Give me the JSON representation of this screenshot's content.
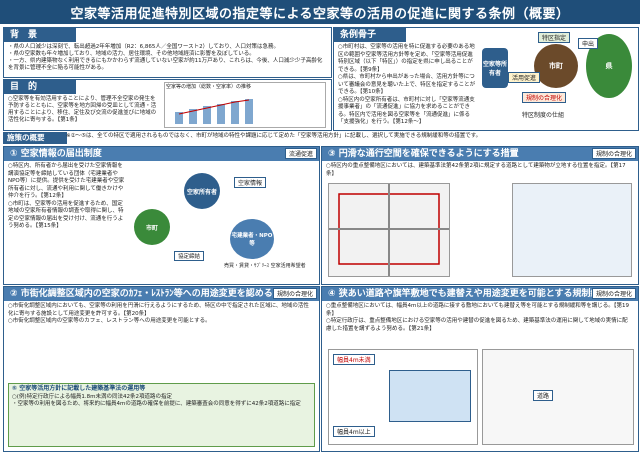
{
  "title": "空家等活用促進特別区域の指定等による空家等の活用の促進に関する条例（概要）",
  "background": {
    "header": "背　景",
    "lines": [
      "・県の人口減少は深刻で、転出超過2年年増加（R2：6,865人／全国ワースト2）しており、人口対策は急務。",
      "・県の空家数も年々増加しており、地域の活力、居住環境、その他地域経済に影響を及ぼしている。",
      "・一方、県内建築物なく利用できるにもかかわらず流通していない空家が約11万戸あり、これらは、今後、人口減少少子高齢化を背景に管理不全に陥る可能性がある。"
    ]
  },
  "purpose": {
    "header": "目　的",
    "lines": [
      "○空家等を有効活用することにより、管理不全空家の発生を予防するとともに、空家等を地方回帰の受皿として流通・活用することにより、移住、定住及び交流の促進並びに地域の活性化に寄与する。【第1条】"
    ],
    "chart_caption": "空家等の増加（総数・空家率）の推移"
  },
  "overview": {
    "header": "条例骨子",
    "lines": [
      "○市町村は、空家等の活用を特に促進する必要のある地区の範囲や空家等活用方針等を定め、「空家等活用促進特別区域（以下「特区」）の指定を県に申し出ることができる。【第9条】",
      "○県は、市町村から申出があった場合、活用方針等について審議会の意見を聴いた上で、特区を指定することができる。【第10条】",
      "○特区内の空家所有者は、市町村に対し「空家等流通支援事業者」の「流通促進」に協力を求めることができる。特区内で活用を図る空家等を「流通促進」に係る「支援強化」を行う。【第12条～】"
    ],
    "diagram": {
      "owner": "空家等所有者",
      "pref": "県",
      "city": "市町",
      "designation": "特区指定",
      "label1": "活用促進",
      "label2": "申出",
      "label3": "規制の合理化",
      "caption": "特区制度の仕組"
    }
  },
  "measures": {
    "header": "施策の概要",
    "note": "※②～⑤は、全ての特区で適用されるものではなく、市町が地域の特性や課題に応じて定めた「空家等活用方針」に記載し、選択して実施できる規制緩和等の措置です。",
    "items": [
      {
        "num": "①",
        "title": "空家情報の届出制度",
        "tag": "流通促進",
        "text": "○特区内、所有者から届出を受けた空家情報を講演協定等を締結している団体（宅建業者やNPO等）に提供。提供を受けた宅建業者や空家所有者に対し、流通や利用に関して働きかけや仲介を行う。【第12条】\n○市町は、空家等の活用を促進するため、国定地域の空家所有者情報の調査や取得に関し、特定の空家情報の届出を受け付け、流通を行うよう努める。【第15条】"
      },
      {
        "num": "③",
        "title": "円滑な通行空間を確保できるようにする措置",
        "tag": "規制の合理化",
        "text": "○特区内の重点整備地区においては、建築基準法第42条第2項に規定する道路として建築物が立地する位置を指定。【第17条】"
      },
      {
        "num": "②",
        "title": "市街化調整区域内の空家のｶﾌｪ・ﾚｽﾄﾗﾝ等への用途変更を認める規制緩和",
        "tag": "規制の合理化",
        "text": "○市街化調整区域内においても、空家等の利用を円滑に行えるようにするため、特区の中で指定された区域に、地域の活性化に寄与する施設として用途変更を許可する。【第20条】\n○市街化調整区域内の空家等のカフェ、レストラン等への用途変更を可能とする。"
      },
      {
        "num": "④",
        "title": "狭あい道路や旗竿敷地でも建替えや用途変更を可能とする規制緩和",
        "tag": "規制の合理化",
        "text": "○重点整備地区においては、幅員4m以上の道路に接する敷地においても建替え等を可能とする規制緩和等を講じる。【第19条】\n○特定行政庁は、重点整備地区における空家等の活用や建替の促進を図るため、建築基準法の運用に関して地域の実情に配慮した措置を講ずるよう努める。【第21条】"
      },
      {
        "num": "⑤",
        "title": "空家等活用方針に記載した建築基準法の運用等",
        "tag": "",
        "text": "○(例)特定行政庁による幅員1.8m未満の同法42条2項道路の指定\n・空家等の利用を図るため、将来的に幅員4mの道路の確保を前提に、建築審査会の同意を得ずに42条2項道路に指定"
      }
    ],
    "diagram_labels": {
      "owner": "空家所有者",
      "info": "空家情報",
      "npo": "宅建業者・NPO等",
      "city": "市町",
      "buyer": "売買・賃貸・ｻﾌﾞﾘｰｽ 空家活用希望者",
      "agreement": "協定締結"
    },
    "road_labels": {
      "road": "道路",
      "before": "幅員4m未満",
      "after": "幅員4m以上"
    }
  },
  "colors": {
    "primary": "#2e5e8c",
    "title_bg": "#1f4e79",
    "green": "#3a8a3a",
    "red": "#c00000"
  }
}
